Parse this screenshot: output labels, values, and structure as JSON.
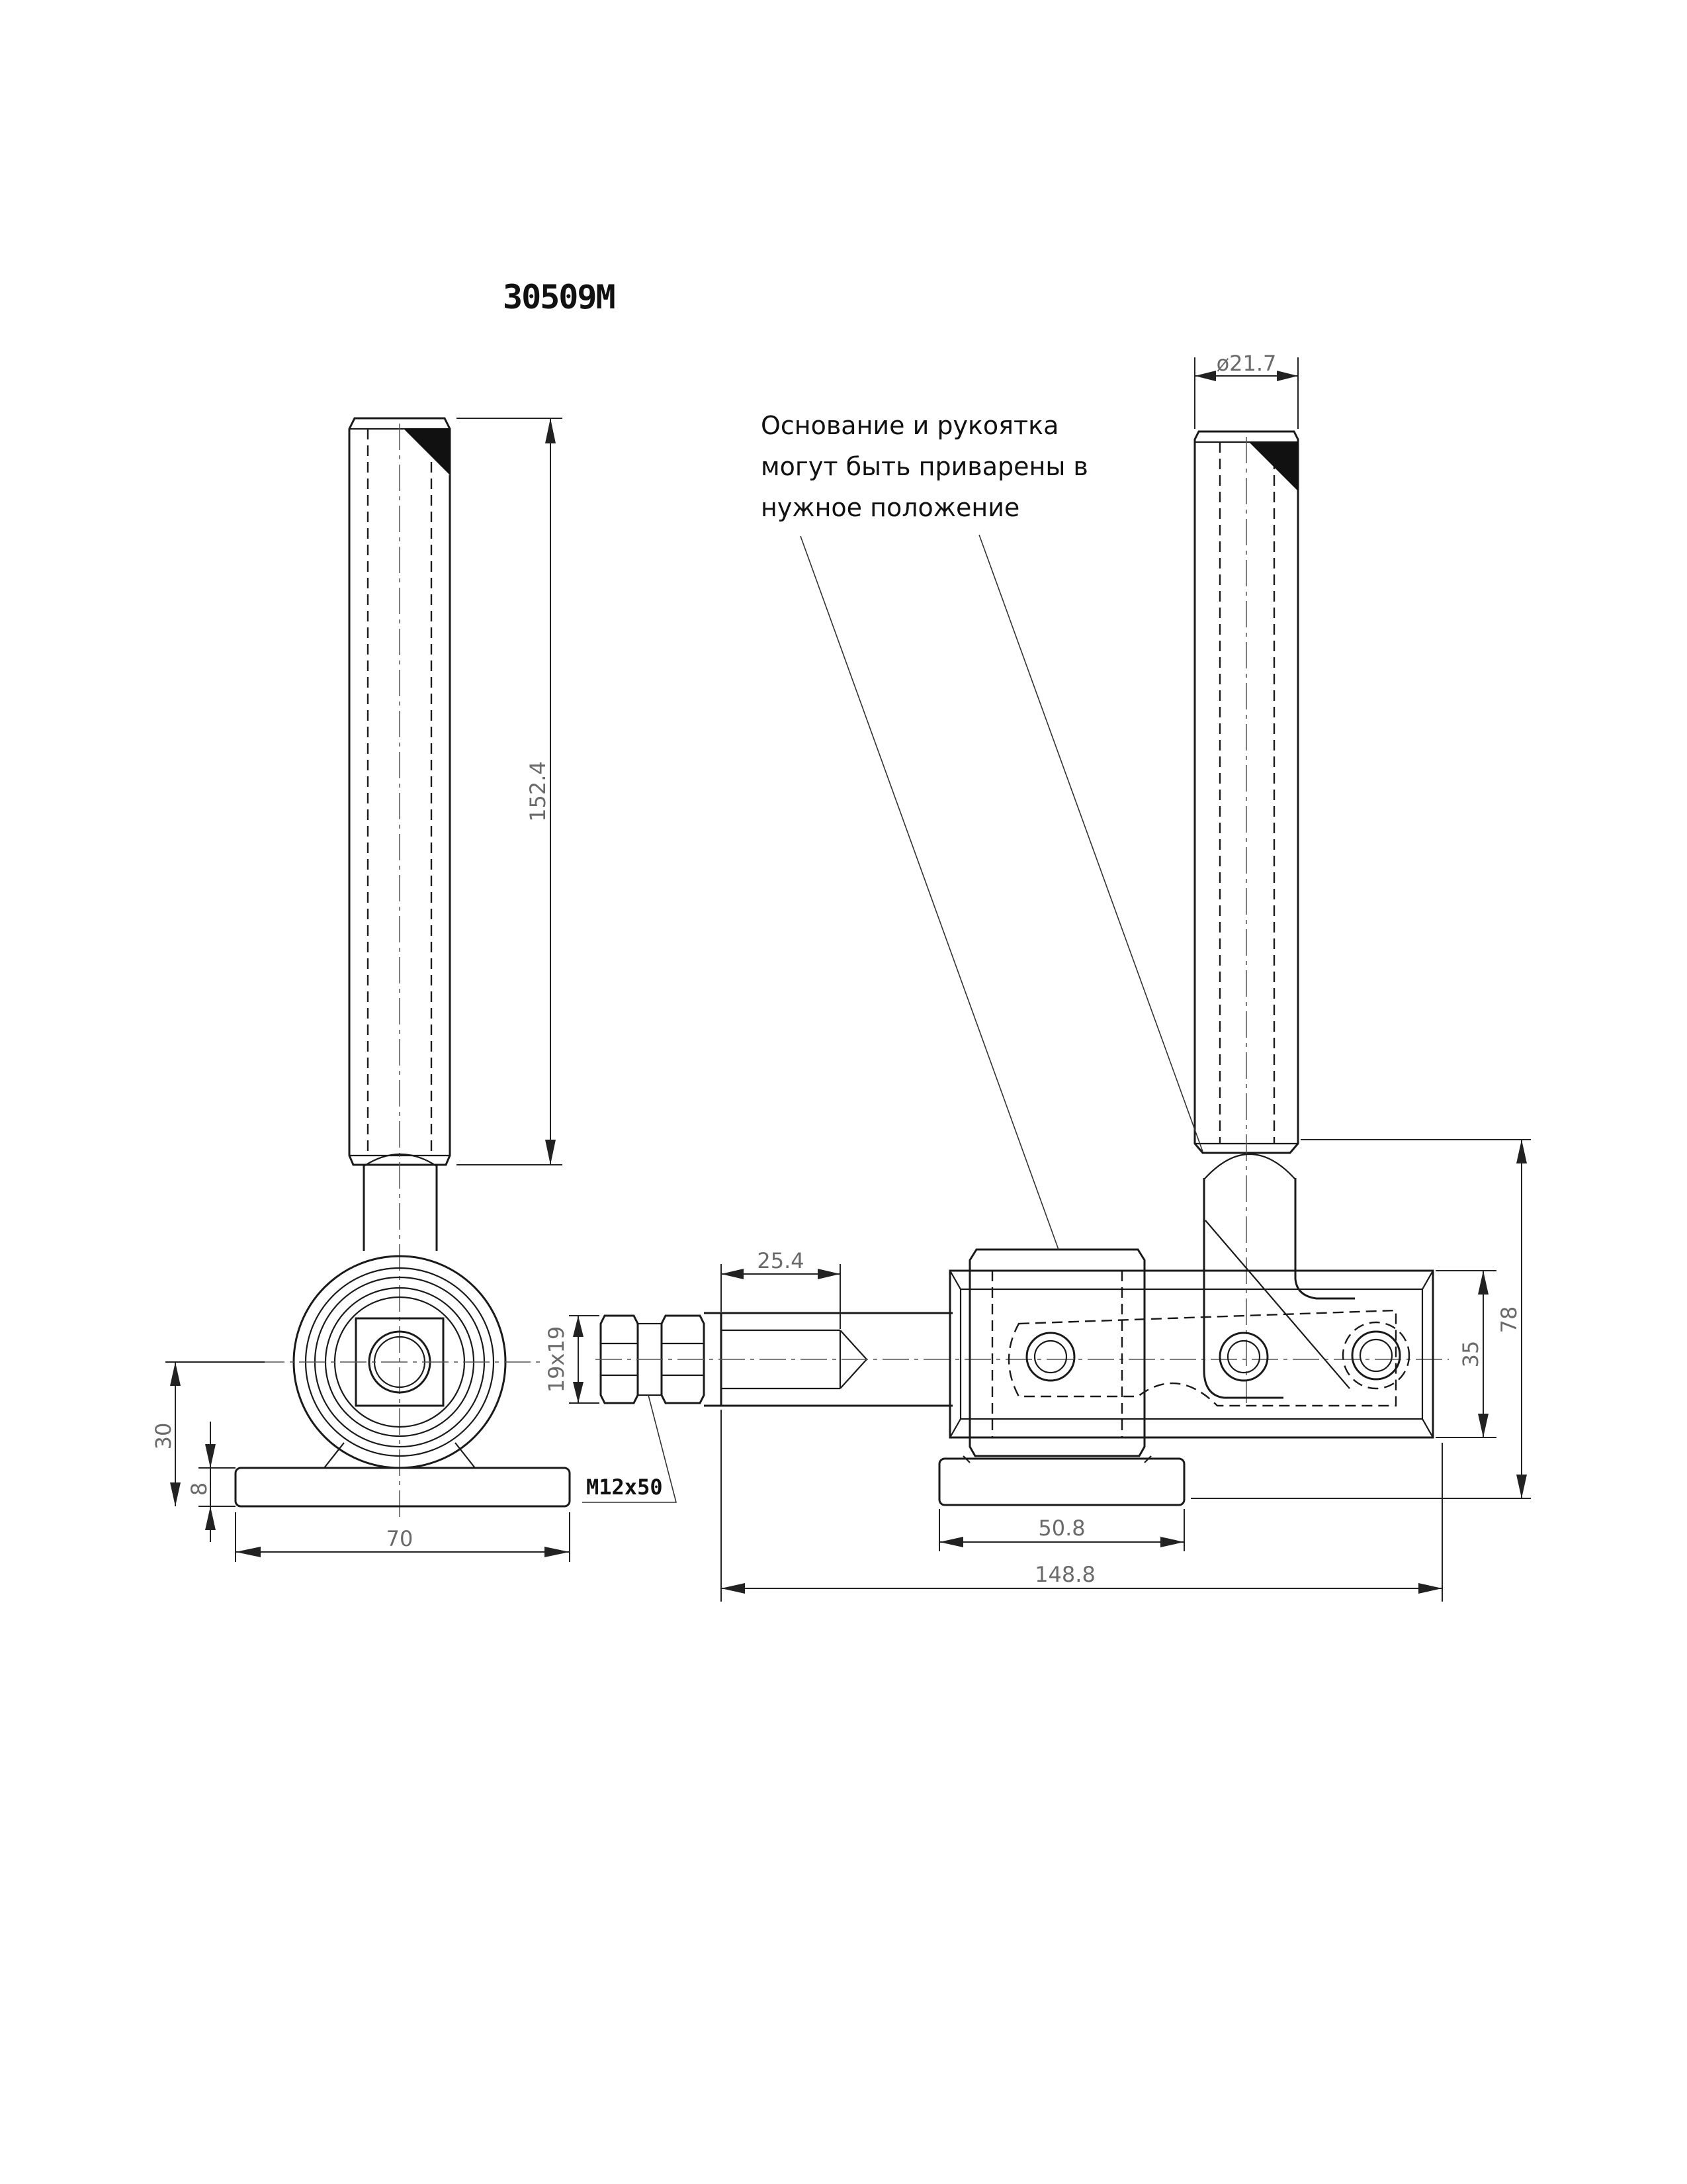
{
  "drawing": {
    "part_code": "30509M",
    "note_lines": [
      "Основание и рукоятка",
      "могут быть приварены в",
      "нужное положение"
    ],
    "thread_label": "M12x50",
    "dimensions": {
      "handle_length": "152.4",
      "handle_diameter": "ø21.7",
      "height_axis": "30",
      "base_thickness": "8",
      "base_width_side": "70",
      "hex_size": "19x19",
      "spindle_stroke": "25.4",
      "body_height": "35",
      "total_height": "78",
      "base_width_front": "50.8",
      "overall_length": "148.8"
    }
  }
}
